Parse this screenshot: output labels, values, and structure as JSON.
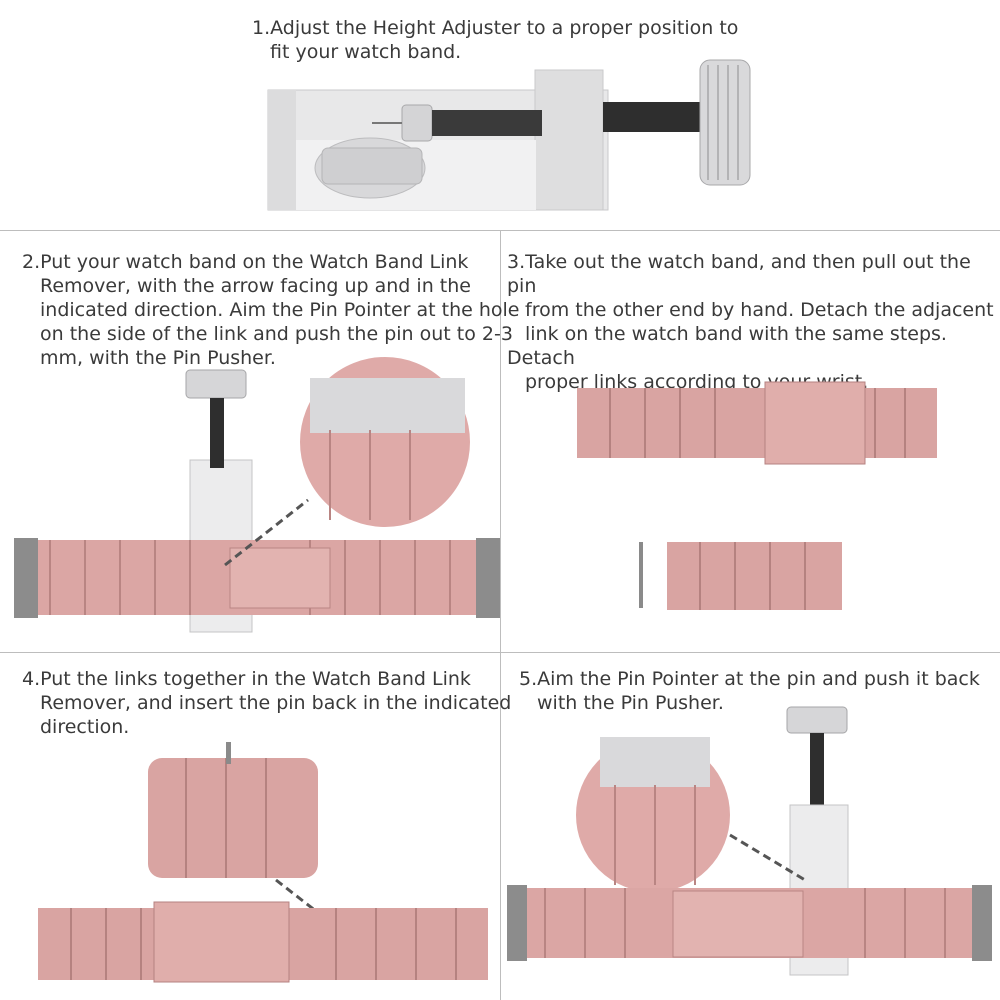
{
  "steps": [
    {
      "line1": "1.Adjust the Height Adjuster to a proper position to",
      "line2": "fit your watch band."
    },
    {
      "line1": "2.Put your watch band on the Watch Band Link",
      "line2": "Remover, with the arrow facing up and in the",
      "line3": "indicated direction. Aim the Pin Pointer at the hole",
      "line4": "on the side of the link and push the pin out to 2-3",
      "line5": "mm, with the Pin Pusher."
    },
    {
      "line1": "3.Take out the watch band, and then pull out the pin",
      "line2": "from the other end by hand. Detach the adjacent",
      "line3": "link on the watch band with the same steps. Detach",
      "line4": "proper links according to your wrist."
    },
    {
      "line1": "4.Put the links together in the Watch Band Link",
      "line2": "Remover, and insert the pin back in the indicated",
      "line3": "direction."
    },
    {
      "line1": "5.Aim the Pin Pointer at the pin and push it back",
      "line2": "with the Pin Pusher."
    }
  ],
  "colors": {
    "band": "#d9a0a0",
    "band_dark": "#b9807f",
    "tool": "#e9e9ea",
    "divider": "#bdbdbd",
    "screw": "#2b2b2b"
  }
}
